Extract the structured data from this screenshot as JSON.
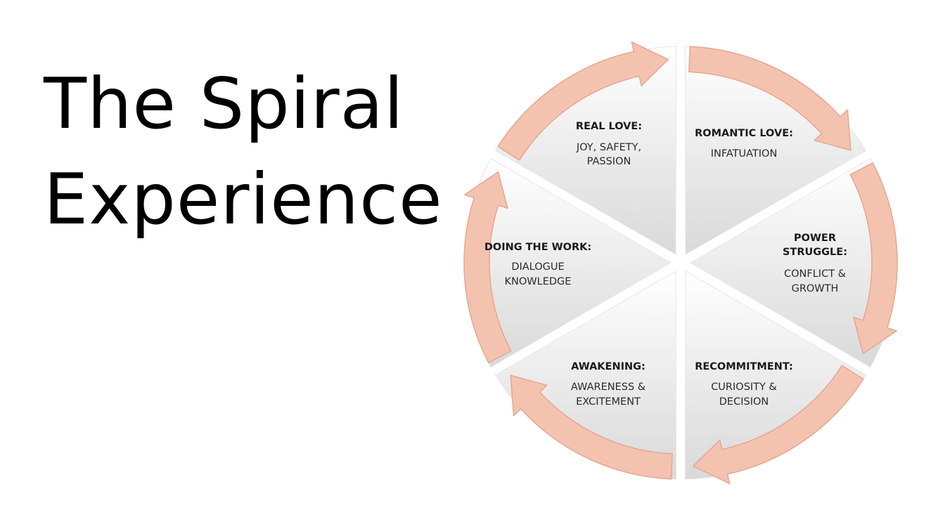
{
  "title": {
    "line1": "The Spiral",
    "line2": "Experience"
  },
  "colors": {
    "arrow_fill": "#f4c3b0",
    "arrow_stroke": "#e5a690",
    "wedge_light": "#ffffff",
    "wedge_dark": "#dcdcdc"
  },
  "stages": [
    {
      "label": "REAL LOVE:",
      "desc1": "JOY, SAFETY,",
      "desc2": "PASSION"
    },
    {
      "label": "ROMANTIC LOVE:",
      "desc1": "INFATUATION",
      "desc2": ""
    },
    {
      "label1": "POWER",
      "label2": "STRUGGLE:",
      "desc1": "CONFLICT &",
      "desc2": "GROWTH"
    },
    {
      "label": "RECOMMITMENT:",
      "desc1": "CURIOSITY &",
      "desc2": "DECISION"
    },
    {
      "label": "AWAKENING:",
      "desc1": "AWARENESS &",
      "desc2": "EXCITEMENT"
    },
    {
      "label": "DOING THE WORK:",
      "desc1": "DIALOGUE",
      "desc2": "KNOWLEDGE"
    }
  ]
}
